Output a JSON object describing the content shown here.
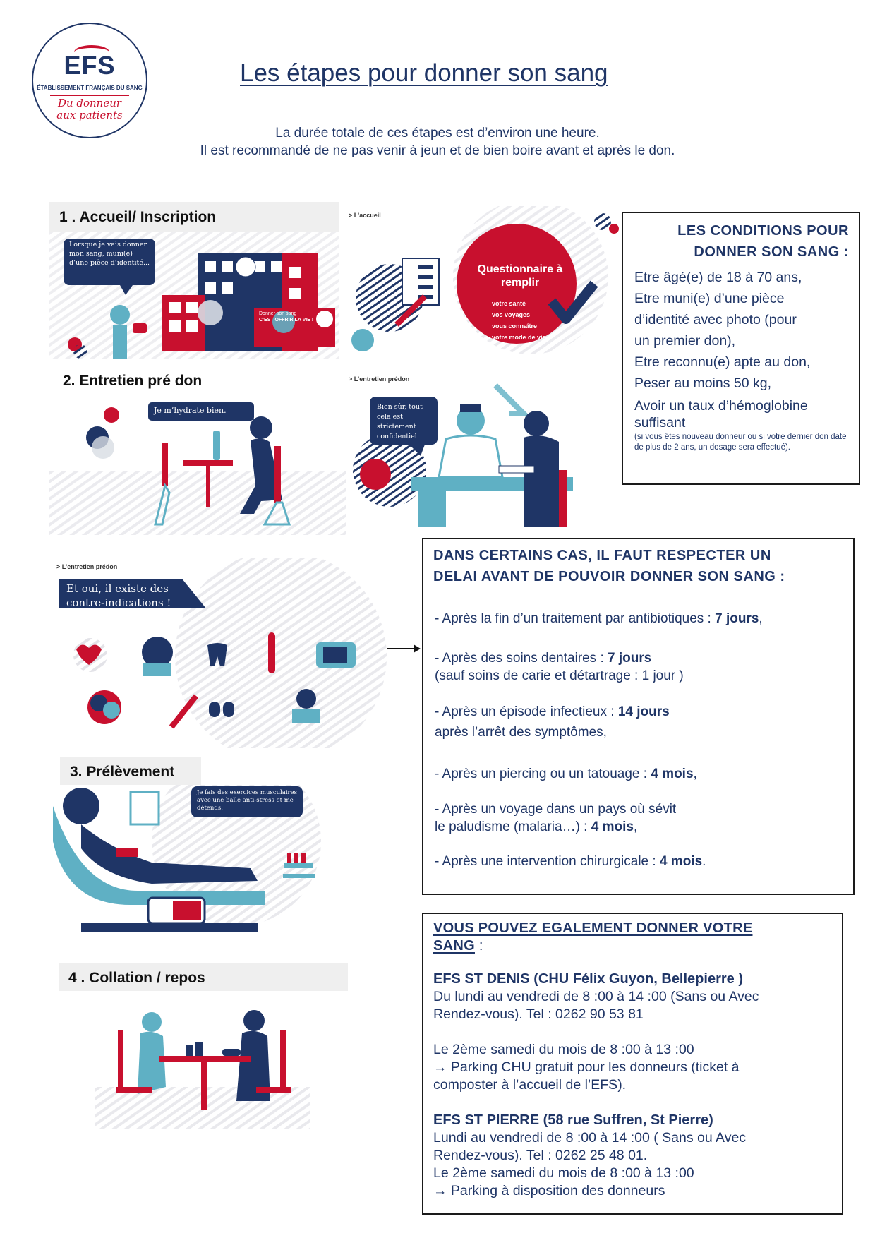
{
  "logo": {
    "abbr": "EFS",
    "org": "ÉTABLISSEMENT FRANÇAIS DU SANG",
    "tagline_1": "Du donneur",
    "tagline_2": "aux patients"
  },
  "title": "Les étapes pour donner son sang",
  "intro": {
    "line1": "La durée totale de ces étapes est d’environ une heure.",
    "line2": "Il est recommandé de ne pas venir à jeun et de bien boire avant et après le don."
  },
  "steps": {
    "s1": "1 . Accueil/ Inscription",
    "s2": "2. Entretien pré don",
    "s3": "3. Prélèvement",
    "s4": "4 . Collation / repos"
  },
  "illustrations": {
    "accueil_caption": "> L’accueil",
    "accueil_bubble": "Lorsque je vais donner mon sang, muni(e) d’une pièce d’identité...",
    "questionnaire": {
      "title": "Questionnaire à remplir",
      "items": [
        "votre santé",
        "vos voyages",
        "vous connaître",
        "votre mode de vie"
      ]
    },
    "building_sign": "C’EST OFFRIR LA VIE !",
    "building_sign_top": "Donner son sang",
    "predon_caption": "> L’entretien prédon",
    "hydrate_bubble": "Je m’hydrate bien.",
    "confidential_bubble": "Bien sûr, tout cela est strictement confidentiel.",
    "contra_caption": "> L’entretien prédon",
    "contra_bubble": "Et oui, il existe des contre-indications !",
    "prelevement_bubble": "Je fais des exercices musculaires avec une balle anti-stress et me détends."
  },
  "conditions": {
    "title_1": "LES CONDITIONS POUR",
    "title_2": "DONNER SON SANG :",
    "items": [
      "Etre âgé(e) de 18 à 70 ans,",
      "Etre muni(e) d’une pièce",
      "d’identité avec photo (pour",
      "un premier don),",
      "Etre reconnu(e) apte au don,",
      "Peser au moins 50 kg,",
      "Avoir un taux d’hémoglobine",
      "suffisant"
    ],
    "note": "(si vous êtes nouveau donneur ou si votre dernier don date de plus de 2 ans, un dosage sera effectué)."
  },
  "delays": {
    "title_1": "DANS CERTAINS CAS, IL FAUT RESPECTER UN",
    "title_2": "DELAI AVANT DE POUVOIR DONNER SON SANG :",
    "d1_text": "- Après la fin d’un traitement par antibiotiques : ",
    "d1_val": "7 jours",
    "d1_end": ",",
    "d2_text": "- Après des soins dentaires : ",
    "d2_val": "7 jours",
    "d2_sub": "(sauf soins de carie et détartrage : 1 jour )",
    "d3_text": "- Après un épisode infectieux : ",
    "d3_val": "14 jours",
    "d3_sub": "après l’arrêt des symptômes,",
    "d4_text": "- Après un piercing ou un tatouage : ",
    "d4_val": "4 mois",
    "d4_end": ",",
    "d5_text": "- Après un voyage dans un pays où sévit",
    "d5_sub": "le paludisme (malaria…) : ",
    "d5_val": "4 mois",
    "d5_end": ",",
    "d6_text": "- Après une intervention chirurgicale : ",
    "d6_val": "4 mois",
    "d6_end": "."
  },
  "where": {
    "title_1": "VOUS POUVEZ EGALEMENT DONNER VOTRE",
    "title_2": "SANG",
    "title_end": " :",
    "site1_name": "EFS ST DENIS (CHU Félix Guyon, Bellepierre )",
    "site1_l1": "Du lundi au vendredi de 8 :00 à 14 :00  (Sans ou Avec",
    "site1_l2": "Rendez-vous). Tel : 0262 90 53 81",
    "site1_l3": "Le 2ème samedi du mois de 8 :00 à 13 :00",
    "site1_l4": "→ Parking CHU gratuit pour les donneurs (ticket à",
    "site1_l5": "composter à l’accueil de l’EFS).",
    "site2_name": "EFS ST PIERRE (58 rue Suffren,  St Pierre)",
    "site2_l1": "Lundi au vendredi de 8 :00 à 14 :00  ( Sans ou Avec",
    "site2_l2": "Rendez-vous). Tel : 0262 25 48 01.",
    "site2_l3": "Le 2ème samedi du mois de 8 :00 à 13 :00",
    "site2_l4": "→ Parking à disposition des donneurs"
  },
  "colors": {
    "navy": "#1f3566",
    "red": "#c8102e",
    "teal": "#5fb0c4",
    "light_gray": "#efefef"
  }
}
